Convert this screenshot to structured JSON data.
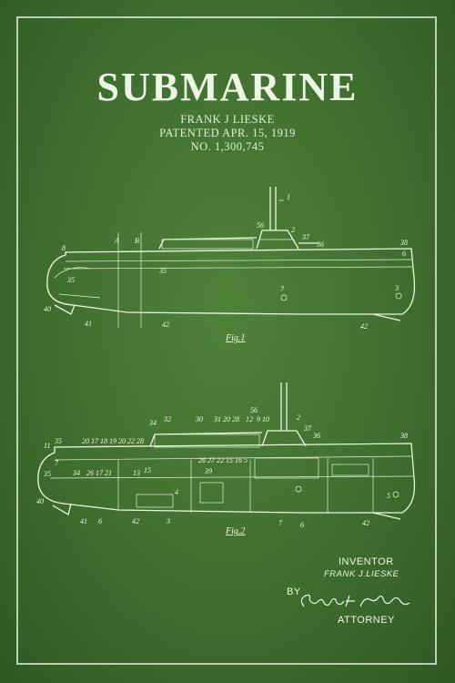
{
  "poster": {
    "title": "SUBMARINE",
    "inventor": "FRANK J LIESKE",
    "patented": "PATENTED APR. 15, 1919",
    "number": "NO. 1,300,745",
    "fig1_label": "Fig.1",
    "fig2_label": "Fig.2",
    "inventor_label": "INVENTOR",
    "inventor_name": "FRANK J.LIESKE",
    "by_label": "BY",
    "attorney_label": "ATTORNEY",
    "colors": {
      "background": "#3f6f2f",
      "ink": "#eef5e6"
    }
  }
}
